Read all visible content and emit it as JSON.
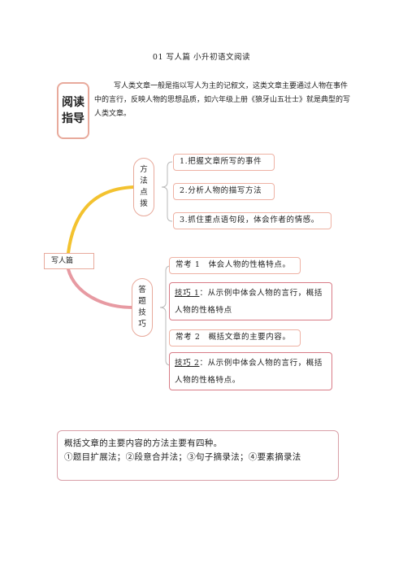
{
  "title": "01 写人篇 小升初语文阅读",
  "guide": {
    "label_line1": "阅读",
    "label_line2": "指导",
    "text": "写人类文章一般是指以写人为主的记叙文，这类文章主要通过人物在事件中的言行，反映人物的思想品质，如六年级上册《狼牙山五壮士》就是典型的写人类文章。"
  },
  "mindmap": {
    "root": "写人篇",
    "branch1": {
      "chars": [
        "方",
        "法",
        "点",
        "拨"
      ],
      "items": [
        "1.把握文章所写的事件",
        "2.分析人物的描写方法",
        "3.抓住重点语句段，体会作者的情感。"
      ]
    },
    "branch2": {
      "chars": [
        "答",
        "题",
        "技",
        "巧"
      ],
      "changkao1": "常考 1　体会人物的性格特点。",
      "jiqiao1_prefix": "技巧 1",
      "jiqiao1_text": "：从示例中体会人物的言行，概括人物的性格特点",
      "changkao2": "常考 2　概括文章的主要内容。",
      "jiqiao2_prefix": "技巧 2",
      "jiqiao2_text": "：从示例中体会人物的言行，概括人物的性格特点。"
    }
  },
  "summary": {
    "line1": "概括文章的主要内容的方法主要有四种。",
    "line2": "①题目扩展法；②段意合并法；③句子摘录法；④要素摘录法"
  },
  "colors": {
    "yellow_branch": "#f3c22f",
    "pink_branch": "#e79aa2",
    "box_border": "#eeb2a4",
    "red_border": "#d87b86"
  }
}
